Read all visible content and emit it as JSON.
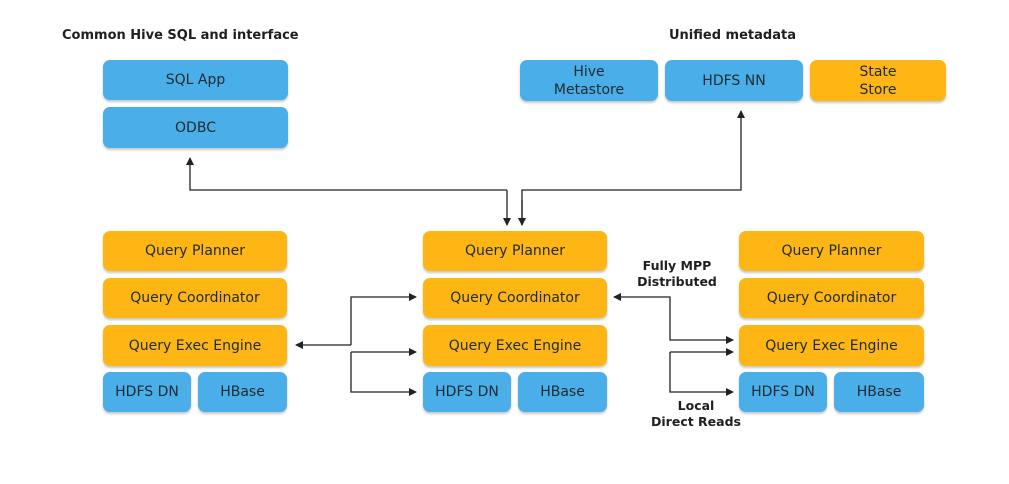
{
  "headings": {
    "left": "Common Hive SQL and interface",
    "right": "Unified metadata"
  },
  "interface": {
    "sql_app": "SQL App",
    "odbc": "ODBC"
  },
  "metadata": {
    "hive_metastore": "Hive\nMetastore",
    "hdfs_nn": "HDFS NN",
    "state_store": "State\nStore"
  },
  "nodes": [
    {
      "query_planner": "Query Planner",
      "query_coordinator": "Query Coordinator",
      "query_exec_engine": "Query Exec Engine",
      "hdfs_dn": "HDFS DN",
      "hbase": "HBase"
    },
    {
      "query_planner": "Query Planner",
      "query_coordinator": "Query Coordinator",
      "query_exec_engine": "Query Exec Engine",
      "hdfs_dn": "HDFS DN",
      "hbase": "HBase"
    },
    {
      "query_planner": "Query Planner",
      "query_coordinator": "Query Coordinator",
      "query_exec_engine": "Query Exec Engine",
      "hdfs_dn": "HDFS DN",
      "hbase": "HBase"
    }
  ],
  "annotations": {
    "fully_mpp": "Fully MPP\nDistributed",
    "local_reads": "Local\nDirect Reads"
  },
  "colors": {
    "blue": "#4aaee8",
    "orange": "#fdb614",
    "arrow": "#222222"
  }
}
